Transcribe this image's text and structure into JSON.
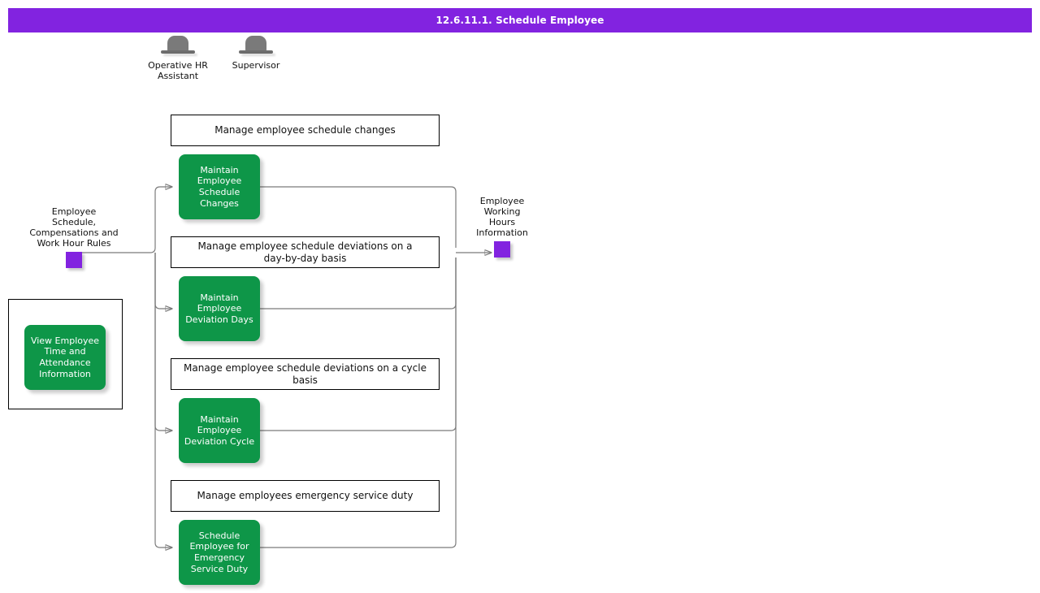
{
  "header": {
    "title": "12.6.11.1. Schedule Employee",
    "background_color": "#8223e0",
    "text_color": "#ffffff"
  },
  "colors": {
    "accent_purple": "#8223e0",
    "activity_green": "#0e9648",
    "connector_gray": "#7b7b7b",
    "box_border": "#000000",
    "page_background": "#ffffff"
  },
  "roles": [
    {
      "id": "operative-hr-assistant",
      "label": "Operative HR\nAssistant",
      "icon": "role-hat-icon"
    },
    {
      "id": "supervisor",
      "label": "Supervisor",
      "icon": "role-hat-icon"
    }
  ],
  "data_objects": [
    {
      "id": "input-employee-schedule",
      "label": "Employee Schedule,\nCompensations and\nWork Hour Rules",
      "color": "#8223e0",
      "role": "input"
    },
    {
      "id": "output-employee-working-hours",
      "label": "Employee\nWorking\nHours\nInformation",
      "color": "#8223e0",
      "role": "output"
    }
  ],
  "process_boxes": [
    {
      "id": "manage-schedule-changes",
      "label": "Manage employee schedule changes"
    },
    {
      "id": "manage-deviations-day",
      "label": "Manage employee schedule deviations on a\nday-by-day basis"
    },
    {
      "id": "manage-deviations-cycle",
      "label": "Manage employee schedule deviations on a cycle basis"
    },
    {
      "id": "manage-emergency-service-duty",
      "label": "Manage employees emergency service duty"
    }
  ],
  "activities": [
    {
      "id": "maintain-employee-schedule-changes",
      "label": "Maintain\nEmployee\nSchedule\nChanges"
    },
    {
      "id": "maintain-employee-deviation-days",
      "label": "Maintain\nEmployee\nDeviation Days"
    },
    {
      "id": "maintain-employee-deviation-cycle",
      "label": "Maintain\nEmployee\nDeviation Cycle"
    },
    {
      "id": "schedule-employee-emergency-service-duty",
      "label": "Schedule\nEmployee for\nEmergency\nService Duty"
    }
  ],
  "side_panel": {
    "id": "view-employee-time-attendance",
    "activity_label": "View Employee\nTime and\nAttendance\nInformation"
  }
}
